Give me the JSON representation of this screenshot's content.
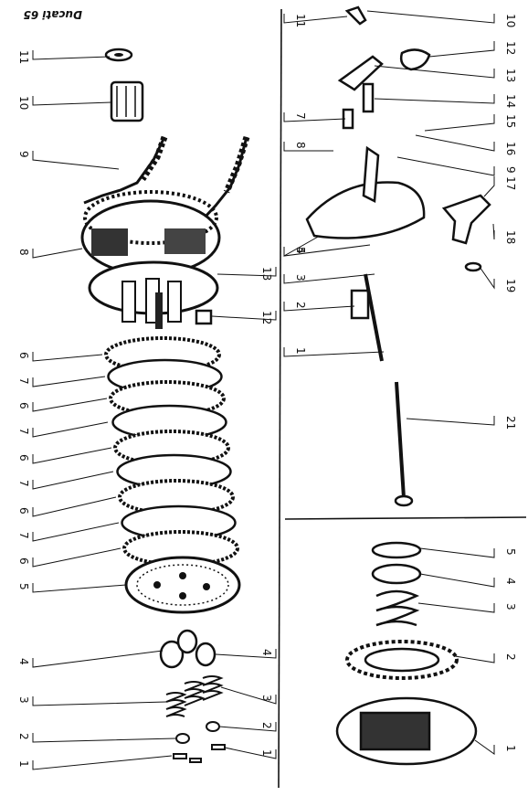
{
  "diagram": {
    "title": "Ducati 65",
    "colors": {
      "ink": "#111111",
      "paper": "#ffffff",
      "shade": "#555555"
    },
    "left_column_labels": [
      "11",
      "10",
      "9",
      "8",
      "13",
      "12",
      "6",
      "7",
      "6",
      "7",
      "6",
      "7",
      "6",
      "7",
      "6",
      "5",
      "4",
      "4",
      "3",
      "3",
      "2",
      "2",
      "1",
      "1"
    ],
    "right_top_labels": [
      "11",
      "10",
      "12",
      "13",
      "7",
      "14",
      "15",
      "16",
      "8",
      "9",
      "4",
      "17",
      "5",
      "3",
      "18",
      "2",
      "19",
      "1",
      "21"
    ],
    "right_bottom_labels": [
      "5",
      "4",
      "3",
      "2",
      "1"
    ]
  }
}
